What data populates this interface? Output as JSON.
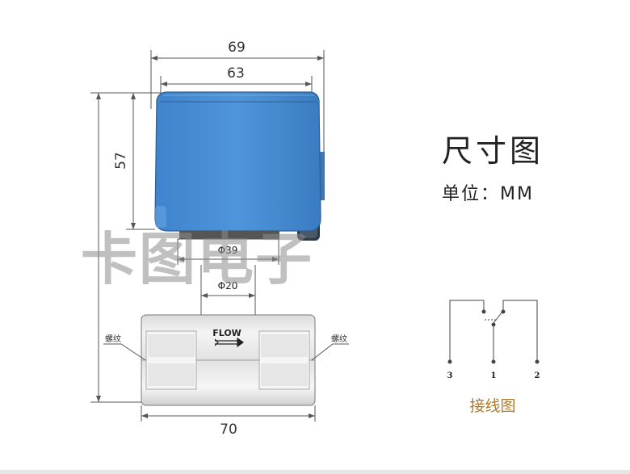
{
  "dimensions": {
    "overall_width": "69",
    "cover_width": "63",
    "cover_height": "57",
    "neck_diameter": "Φ39",
    "stem_diameter": "Φ20",
    "body_length": "70",
    "thread_left": "螺纹",
    "thread_right": "螺纹",
    "flow_label": "FLOW"
  },
  "panel": {
    "title": "尺寸图",
    "unit": "单位：MM"
  },
  "wiring": {
    "terminals": [
      "3",
      "1",
      "2"
    ],
    "caption": "接线图"
  },
  "watermark": "卡图电子",
  "colors": {
    "cover_fill": "#4a8fd4",
    "line": "#555555",
    "wiring_caption": "#b07a2a"
  }
}
